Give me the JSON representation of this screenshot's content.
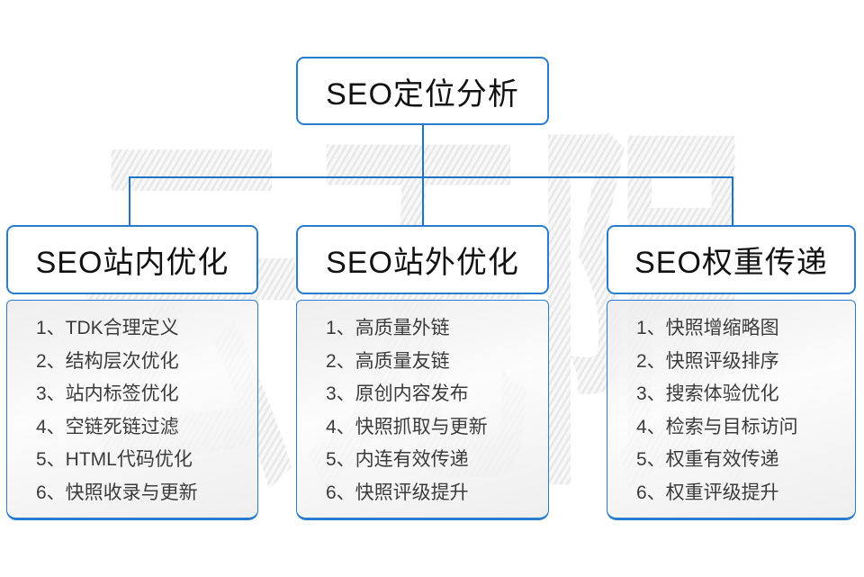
{
  "watermark": {
    "text": "云无限"
  },
  "colors": {
    "accent_blue": "#1e74c9",
    "box_border_blue": "#2a7cce",
    "header_text": "#111111",
    "item_text": "#3a3a3a",
    "watermark_gray": "#e7e7e7"
  },
  "root": {
    "label": "SEO定位分析"
  },
  "columns": [
    {
      "title": "SEO站内优化",
      "items": [
        "1、TDK合理定义",
        "2、结构层次优化",
        "3、站内标签优化",
        "4、空链死链过滤",
        "5、HTML代码优化",
        "6、快照收录与更新"
      ]
    },
    {
      "title": "SEO站外优化",
      "items": [
        "1、高质量外链",
        "2、高质量友链",
        "3、原创内容发布",
        "4、快照抓取与更新",
        "5、内连有效传递",
        "6、快照评级提升"
      ]
    },
    {
      "title": "SEO权重传递",
      "items": [
        "1、快照增缩略图",
        "2、快照评级排序",
        "3、搜索体验优化",
        "4、检索与目标访问",
        "5、权重有效传递",
        "6、权重评级提升"
      ]
    }
  ]
}
